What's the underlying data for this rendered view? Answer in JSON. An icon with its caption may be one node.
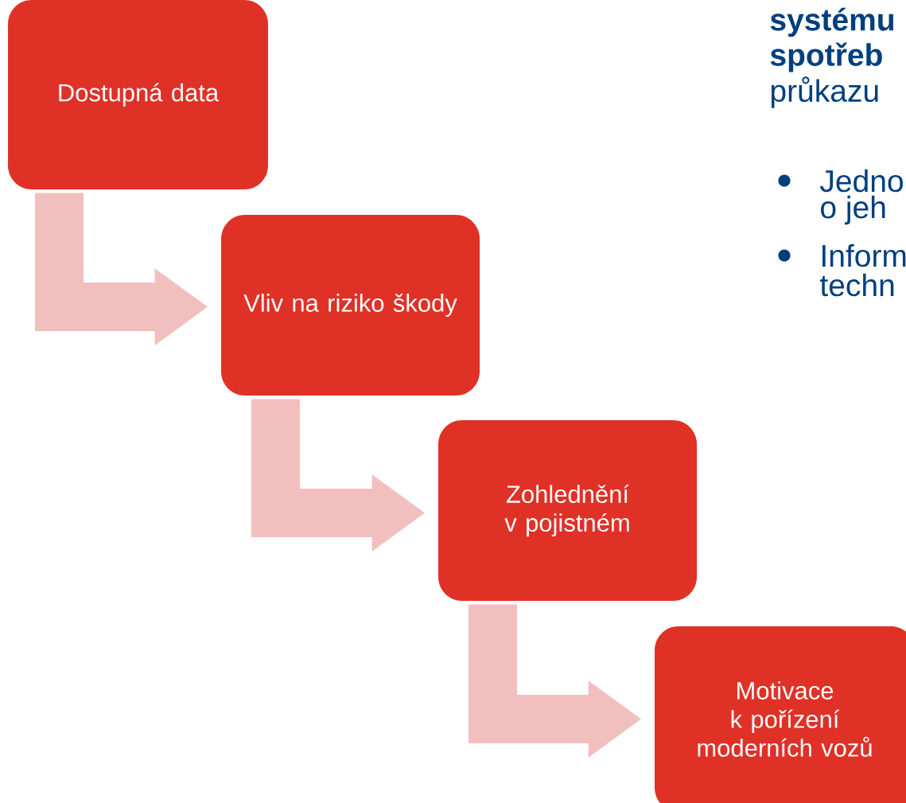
{
  "diagram": {
    "nodes": [
      {
        "text": [
          "Dostupná data"
        ]
      },
      {
        "text": [
          "Vliv na riziko škody"
        ]
      },
      {
        "text": [
          "Zohlednění v pojistném"
        ]
      },
      {
        "text": [
          "Motivace k pořízení moderních vozů"
        ]
      }
    ],
    "edges": [
      {
        "from": 0,
        "to": 1,
        "arrow": "to"
      },
      {
        "from": 1,
        "to": 2,
        "arrow": "to"
      },
      {
        "from": 2,
        "to": 3,
        "arrow": "to"
      }
    ],
    "labels": [
      "systému",
      "spotřeb",
      "průkazu",
      "Jedno",
      "o jeh",
      "Inform",
      "techn"
    ]
  }
}
